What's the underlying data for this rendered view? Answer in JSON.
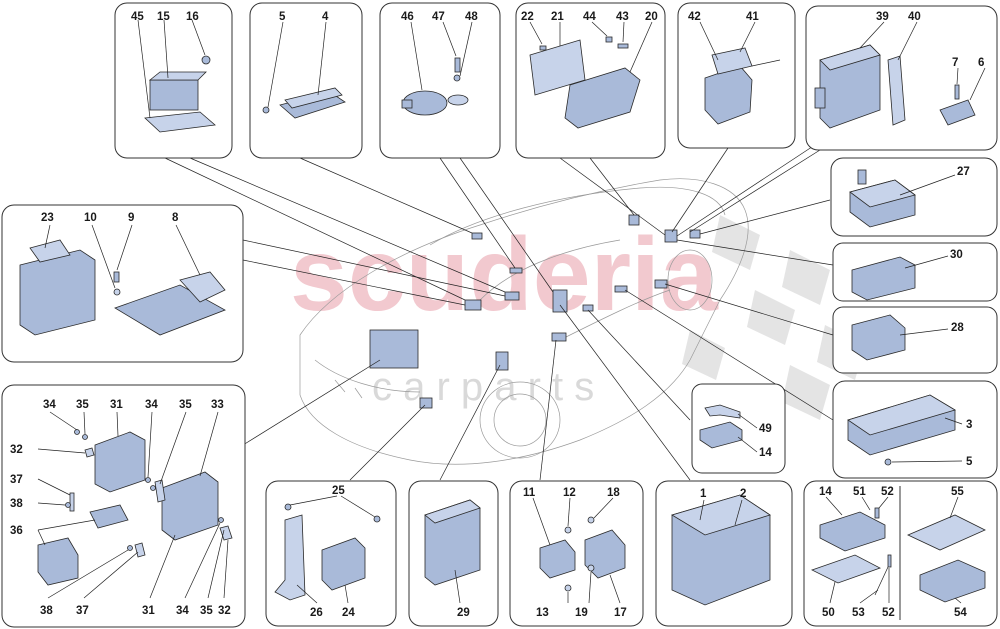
{
  "watermark": {
    "brand": "scuderia",
    "sub": "c a r   p a r t s"
  },
  "colors": {
    "part_fill": "#a9bad9",
    "part_light": "#c7d3ea",
    "watermark": "#f2c9cf"
  },
  "callouts": {
    "b1": [
      "45",
      "15",
      "16"
    ],
    "b2": [
      "5",
      "4"
    ],
    "b3": [
      "46",
      "47",
      "48"
    ],
    "b4": [
      "22",
      "21",
      "44",
      "43",
      "20"
    ],
    "b5": [
      "42",
      "41"
    ],
    "b6": [
      "39",
      "40",
      "7",
      "6"
    ],
    "b7": [
      "27"
    ],
    "b8": [
      "23",
      "10",
      "9",
      "8"
    ],
    "b9": [
      "30"
    ],
    "b10": [
      "28"
    ],
    "b11": [
      "3",
      "5"
    ],
    "b12": [
      "49",
      "14"
    ],
    "b13": [
      "34",
      "35",
      "31",
      "34",
      "35",
      "33",
      "32",
      "37",
      "38",
      "36",
      "38",
      "37",
      "31",
      "34",
      "35",
      "32"
    ],
    "b14": [
      "25",
      "26",
      "24"
    ],
    "b15": [
      "29"
    ],
    "b16": [
      "11",
      "12",
      "18",
      "13",
      "19",
      "17"
    ],
    "b17": [
      "1",
      "2"
    ],
    "b18": [
      "14",
      "51",
      "52",
      "55",
      "50",
      "53",
      "52",
      "54"
    ]
  }
}
